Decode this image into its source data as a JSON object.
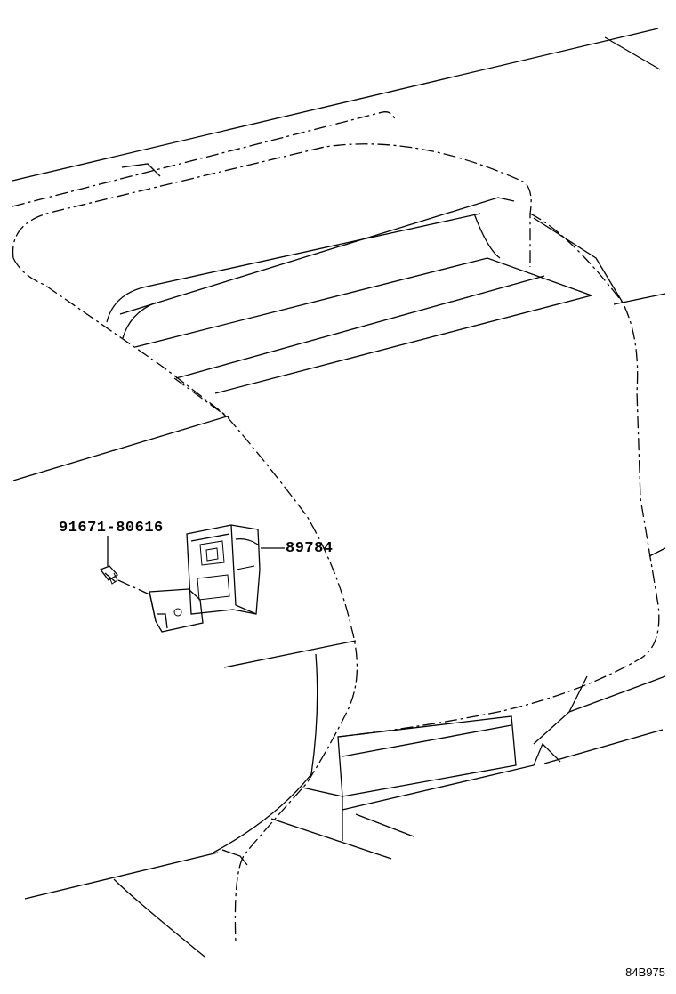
{
  "diagram": {
    "parts": [
      {
        "number": "91671-80616",
        "part": "bolt"
      },
      {
        "number": "89784",
        "part": "module-with-bracket"
      }
    ],
    "reference_code": "84B975"
  }
}
